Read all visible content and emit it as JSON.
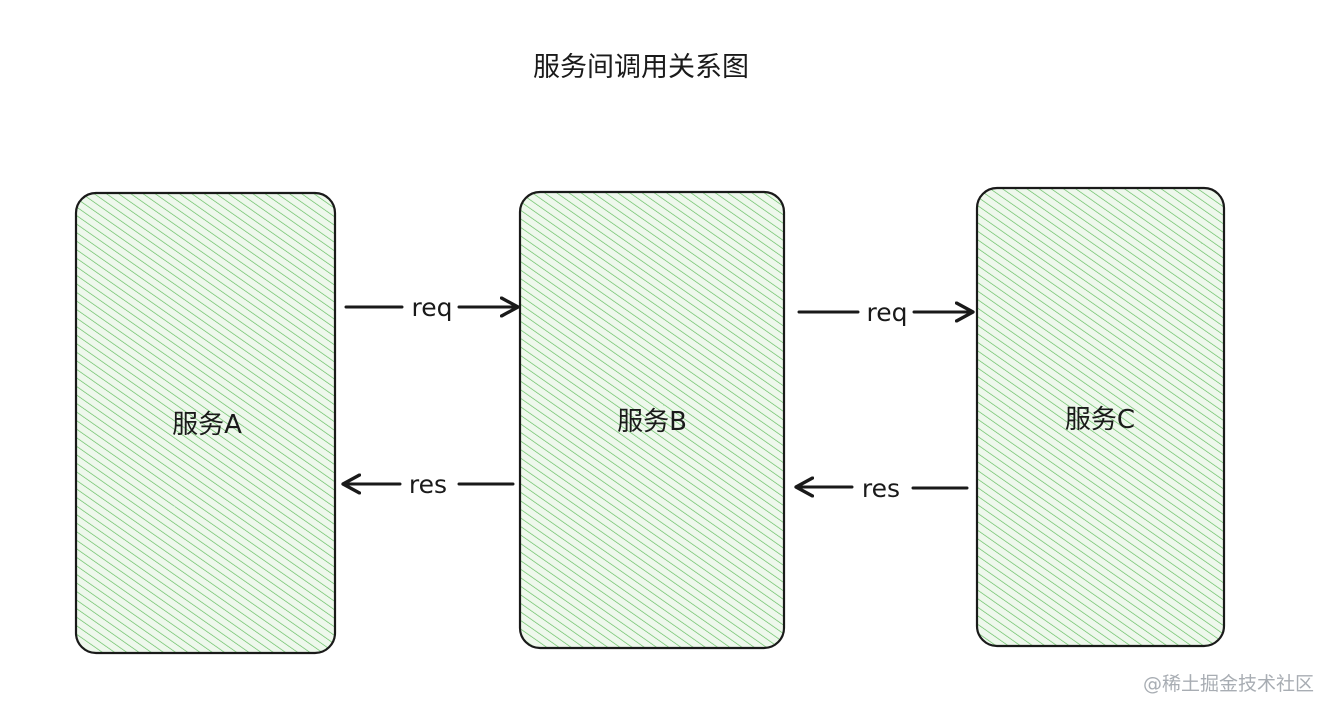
{
  "title": "服务间调用关系图",
  "nodes": [
    {
      "id": "a",
      "label": "服务A"
    },
    {
      "id": "b",
      "label": "服务B"
    },
    {
      "id": "c",
      "label": "服务C"
    }
  ],
  "edges": [
    {
      "from": "a",
      "to": "b",
      "label": "req"
    },
    {
      "from": "b",
      "to": "a",
      "label": "res"
    },
    {
      "from": "b",
      "to": "c",
      "label": "req"
    },
    {
      "from": "c",
      "to": "b",
      "label": "res"
    }
  ],
  "colors": {
    "node_fill": "#c9ecc4",
    "hatch": "#5dbb5a",
    "stroke": "#1a1a1a",
    "watermark": "#a8adb3"
  },
  "watermark": "@稀土掘金技术社区"
}
